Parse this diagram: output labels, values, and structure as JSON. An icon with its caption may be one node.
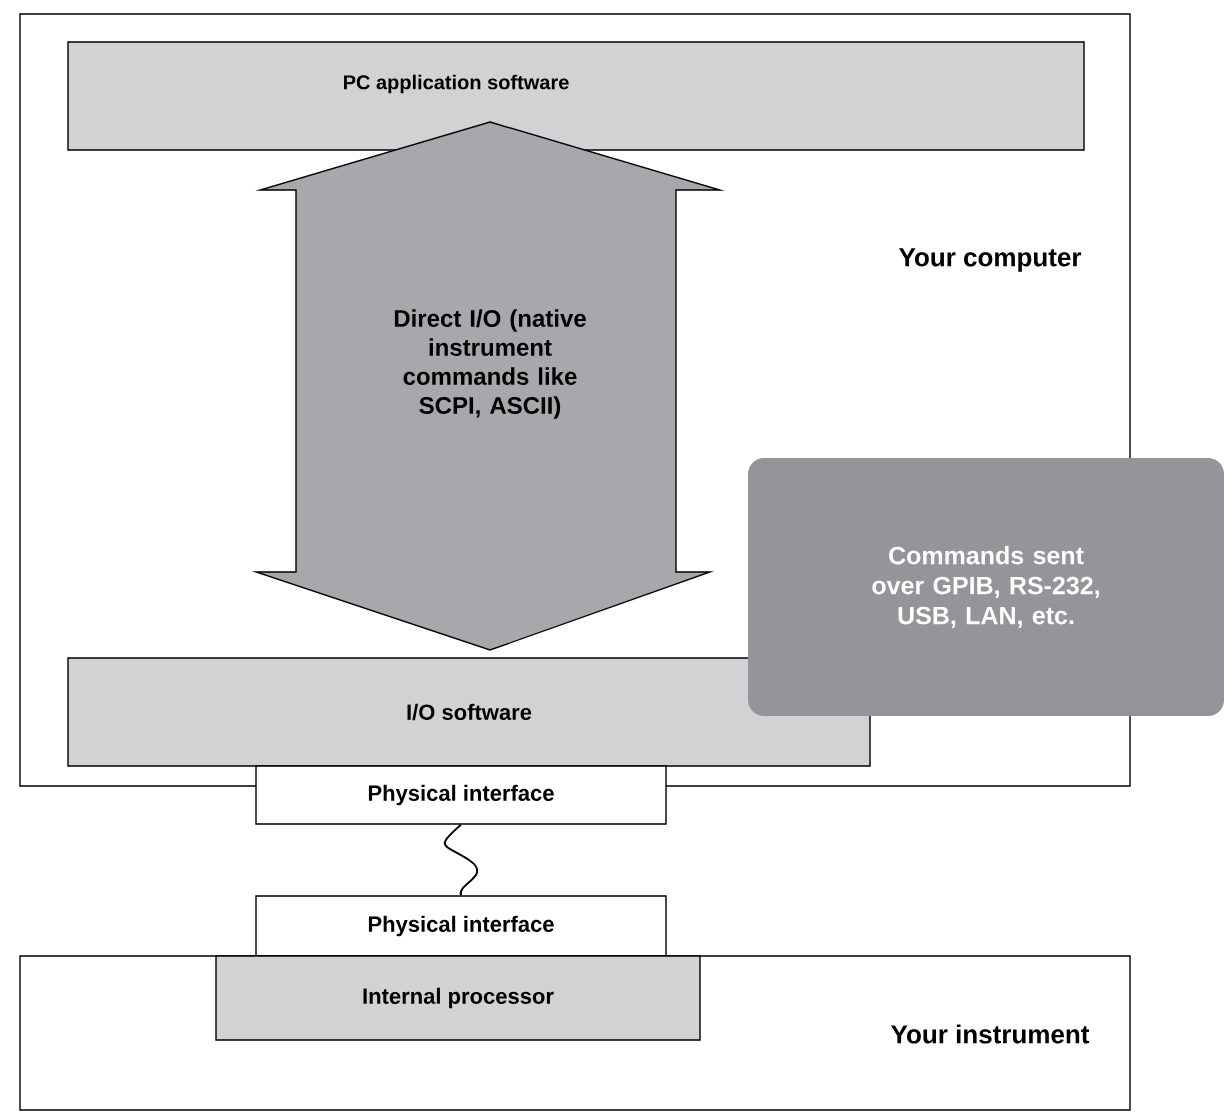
{
  "diagram": {
    "nodes": [
      {
        "text": [
          "Your computer"
        ]
      },
      {
        "text": [
          "PC application software"
        ],
        "in": 0
      },
      {
        "text": [
          "I/O software"
        ],
        "in": 0
      },
      {
        "text": [
          "Commands sent over GPIB, RS-232, USB, LAN, etc."
        ]
      },
      {
        "text": [
          "Physical interface"
        ]
      },
      {
        "text": [
          "Physical interface"
        ]
      },
      {
        "text": [
          "Your instrument"
        ]
      },
      {
        "text": [
          "Internal processor"
        ],
        "in": 6
      }
    ],
    "edges": [
      {
        "from": 1,
        "to": 2,
        "arrow": "both",
        "label": "Direct I/O (native instrument commands like SCPI, ASCII)"
      },
      {
        "from": 4,
        "to": 5,
        "arrow": "none"
      }
    ]
  }
}
